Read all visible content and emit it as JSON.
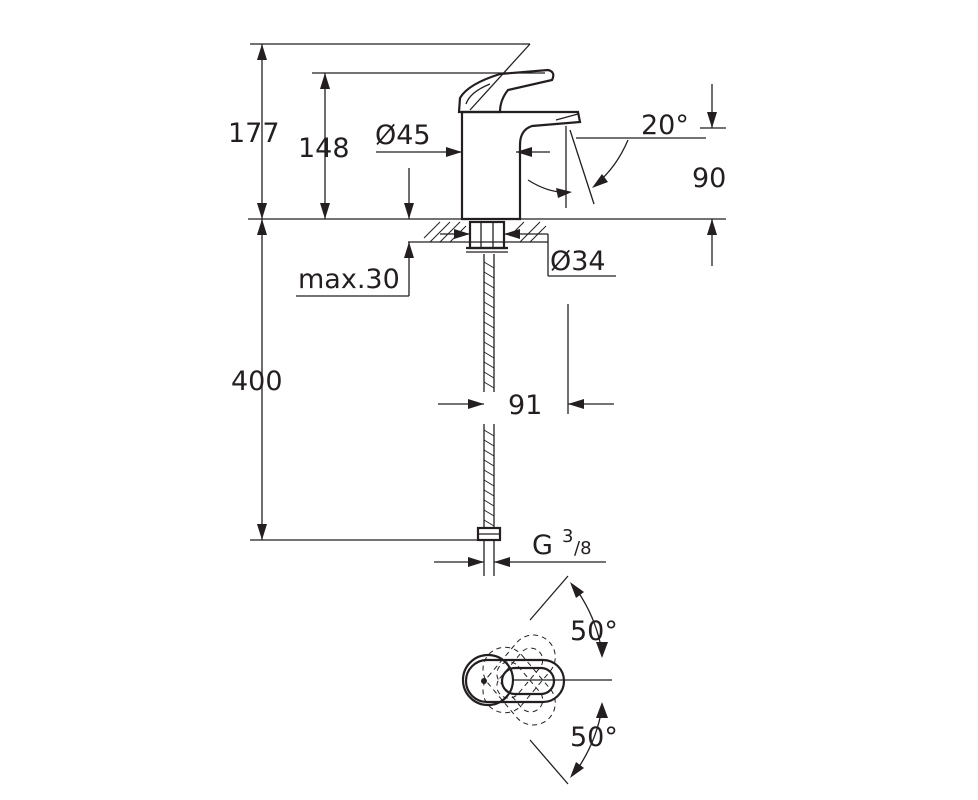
{
  "drawing": {
    "colors": {
      "line": "#231f20",
      "background": "#ffffff"
    },
    "dimensions": {
      "overall_height": "177",
      "spout_height": "148",
      "body_diameter": "Ø45",
      "spray_angle": "20°",
      "spout_clearance": "90",
      "base_diameter": "Ø34",
      "max_deck_thickness": "max.30",
      "hose_length": "400",
      "projection": "91",
      "connection_thread": "G",
      "thread_numerator": "3",
      "thread_denominator": "/8",
      "lever_angle_top": "50°",
      "lever_angle_bottom": "50°"
    }
  }
}
